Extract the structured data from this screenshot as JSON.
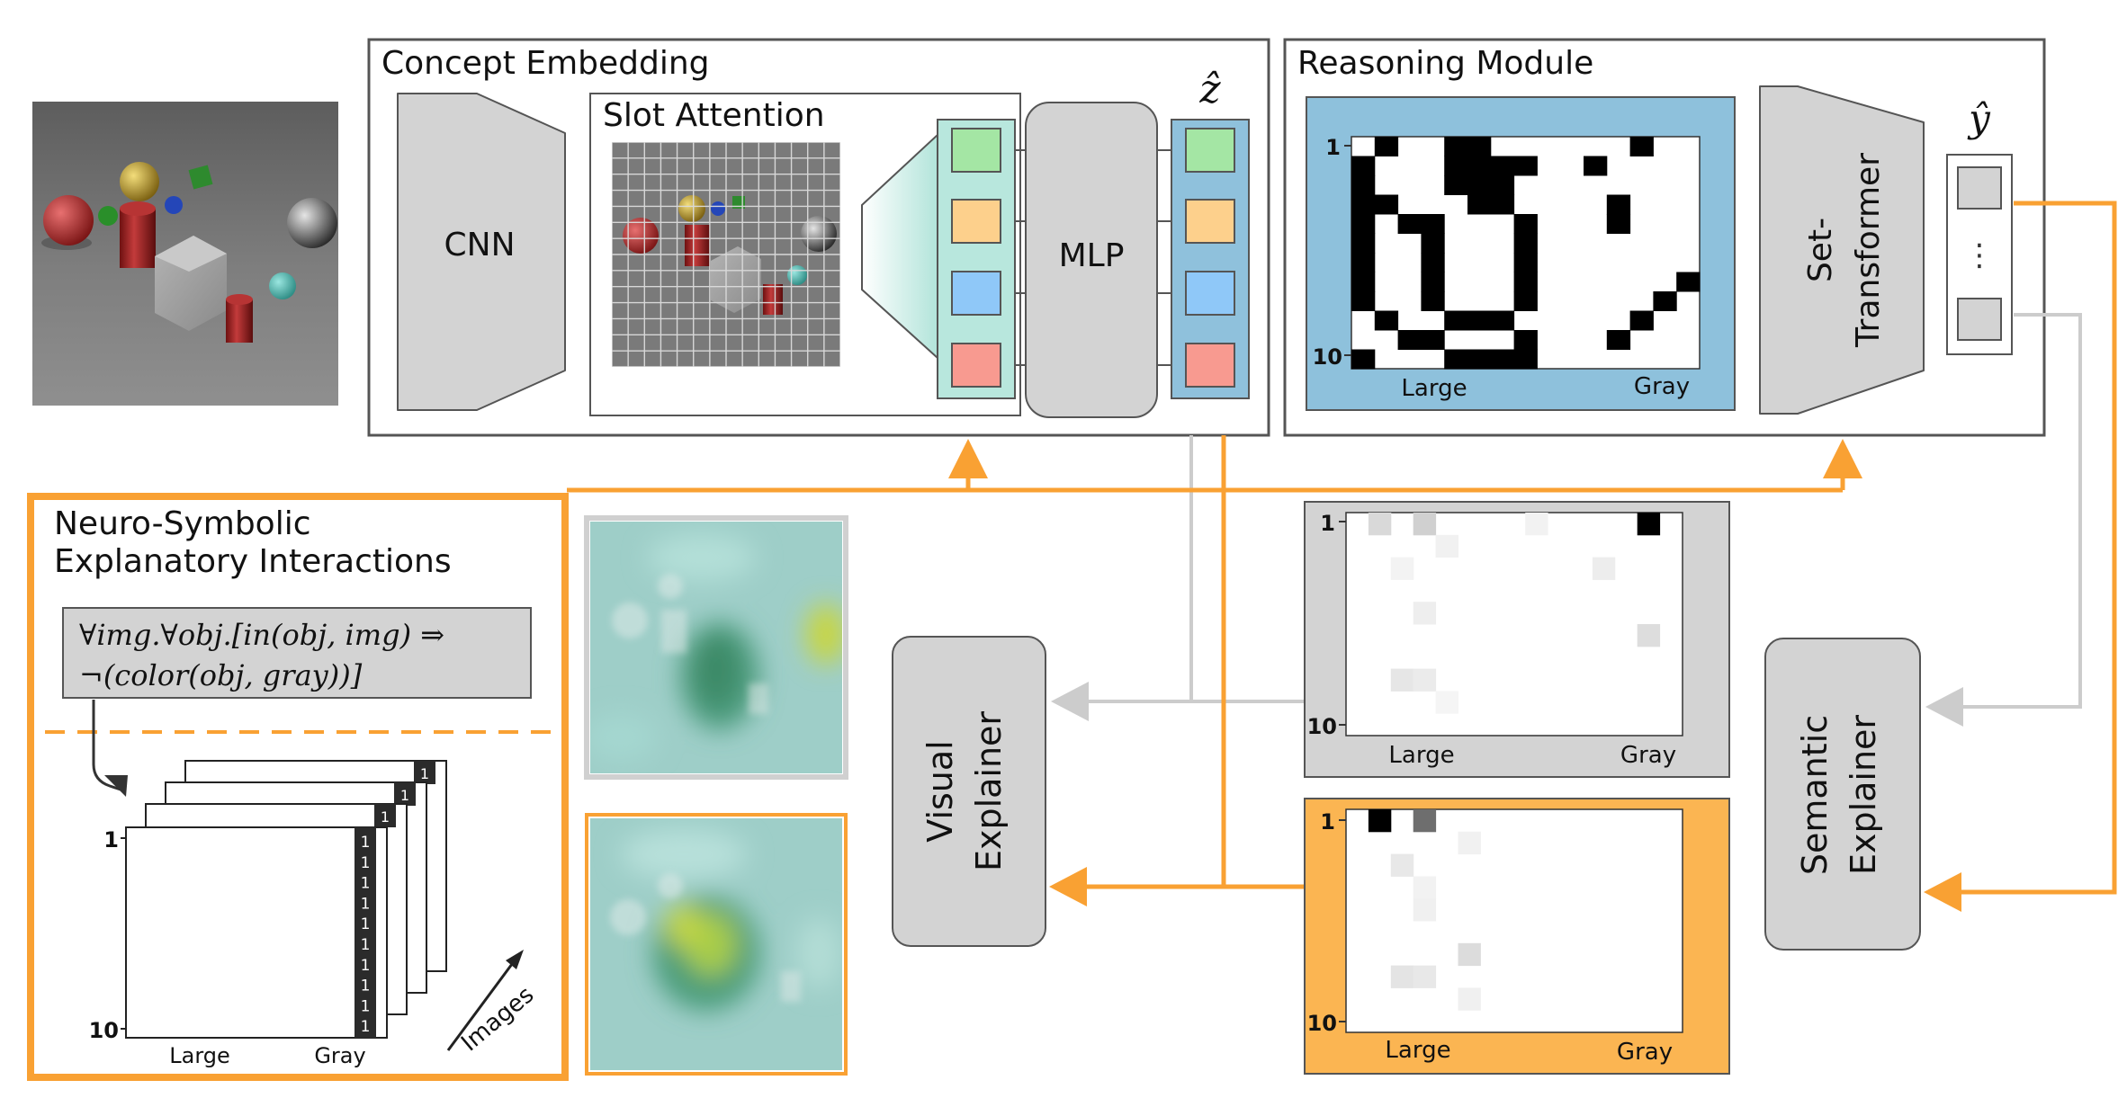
{
  "concept_embedding": {
    "title": "Concept Embedding",
    "cnn_label": "CNN",
    "slot_attention_title": "Slot Attention",
    "mlp_label": "MLP",
    "z_hat_label": "ẑ",
    "slot_colors": [
      "#a4e6a4",
      "#fdd08c",
      "#8fc8f8",
      "#f89a90"
    ]
  },
  "reasoning_module": {
    "title": "Reasoning Module",
    "set_transformer_line1": "Set-",
    "set_transformer_line2": "Transformer",
    "y_hat_label": "ŷ",
    "y_dots": "⋮"
  },
  "matrix_axis": {
    "row_first": "1",
    "row_last": "10",
    "col_left": "Large",
    "col_right": "Gray"
  },
  "nesy_panel": {
    "title_line1": "Neuro-Symbolic",
    "title_line2": "Explanatory Interactions",
    "rule_line1": "∀img.∀obj.[in(obj, img) ⇒",
    "rule_line2": "¬(color(obj, gray))]",
    "feedback_value": "1",
    "images_label": "Images"
  },
  "visual_explainer": {
    "line1": "Visual",
    "line2": "Explainer"
  },
  "semantic_explainer": {
    "line1": "Semantic",
    "line2": "Explainer"
  },
  "colors": {
    "orange": "#f9a133",
    "orange_fill": "#fbb552",
    "gray_line": "#cccccc",
    "box_fill": "#d3d3d3",
    "reasoning_bg": "#8ec1dc",
    "slot_panel": "#b8e7dd",
    "z_panel": "#8fc1dc"
  }
}
